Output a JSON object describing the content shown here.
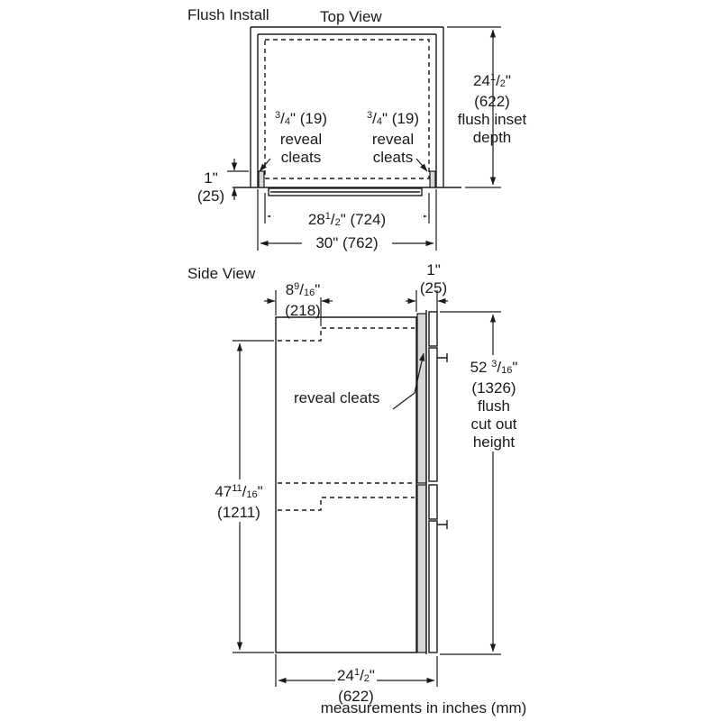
{
  "headings": {
    "flush_install": "Flush Install",
    "top_view": "Top View",
    "side_view": "Side View"
  },
  "top_view": {
    "depth": {
      "whole": "24",
      "num": "1",
      "den": "2",
      "unit": "\"",
      "mm": "(622)",
      "line1": "flush inset",
      "line2": "depth"
    },
    "left_cleat": {
      "num": "3",
      "den": "4",
      "rest": "\" (19)",
      "line2": "reveal",
      "line3": "cleats"
    },
    "right_cleat": {
      "num": "3",
      "den": "4",
      "rest": "\" (19)",
      "line2": "reveal",
      "line3": "cleats"
    },
    "offset": {
      "text": "1\"",
      "mm": "(25)"
    },
    "inner_width": {
      "whole": "28",
      "num": "1",
      "den": "2",
      "rest": "\" (724)"
    },
    "outer_width": {
      "text": "30\" (762)"
    }
  },
  "side_view": {
    "top_depth": {
      "whole": "8",
      "num": "9",
      "den": "16",
      "unit": "\"",
      "mm": "(218)"
    },
    "door_offset": {
      "text": "1\"",
      "mm": "(25)"
    },
    "cleat_callout": "reveal cleats",
    "cutout_height": {
      "whole": "52 ",
      "num": "3",
      "den": "16",
      "unit": "\"",
      "mm": "(1326)",
      "line1": "flush",
      "line2": "cut out",
      "line3": "height"
    },
    "cabinet_height": {
      "whole": "47",
      "num": "11",
      "den": "16",
      "unit": "\"",
      "mm": "(1211)"
    },
    "bottom_depth": {
      "whole": "24",
      "num": "1",
      "den": "2",
      "unit": "\"",
      "mm": "(622)"
    }
  },
  "footnote": "measurements in inches (mm)"
}
